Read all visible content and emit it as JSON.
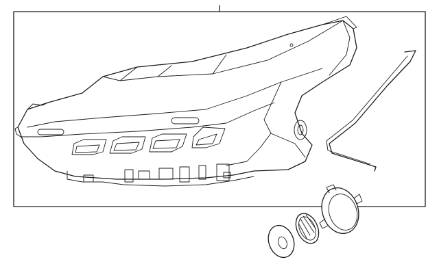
{
  "diagram": {
    "background_color": "#ffffff",
    "line_color": "#1a1a1a",
    "parts": [
      {
        "name": "headlamp-assembly"
      },
      {
        "name": "wire-seal-clip"
      },
      {
        "name": "bulb-socket"
      },
      {
        "name": "lens-cap"
      },
      {
        "name": "dust-cover"
      }
    ]
  }
}
